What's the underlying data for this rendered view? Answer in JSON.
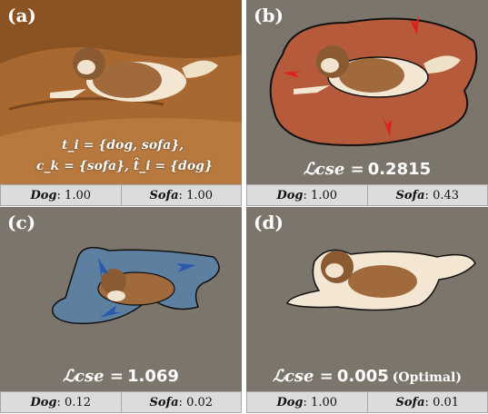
{
  "panels": {
    "a": {
      "label": "(a)",
      "caption": {
        "line1": "t_i = {dog, sofa},",
        "line2": "c_k = {sofa},  t̂_i = {dog}"
      },
      "scores": {
        "dog_label": "Dog",
        "dog_value": "1.00",
        "sofa_label": "Sofa",
        "sofa_value": "1.00"
      }
    },
    "b": {
      "label": "(b)",
      "loss_symbol": "ℒcse =",
      "loss_value": "0.2815",
      "scores": {
        "dog_label": "Dog",
        "dog_value": "1.00",
        "sofa_label": "Sofa",
        "sofa_value": "0.43"
      }
    },
    "c": {
      "label": "(c)",
      "loss_symbol": "ℒcse =",
      "loss_value": "1.069",
      "scores": {
        "dog_label": "Dog",
        "dog_value": "0.12",
        "sofa_label": "Sofa",
        "sofa_value": "0.02"
      }
    },
    "d": {
      "label": "(d)",
      "loss_symbol": "ℒcse =",
      "loss_value": "0.005",
      "loss_note": "(Optimal)",
      "scores": {
        "dog_label": "Dog",
        "dog_value": "1.00",
        "sofa_label": "Sofa",
        "sofa_value": "0.01"
      }
    }
  },
  "colors": {
    "background": "#7c756c",
    "sofa": "#a4642f",
    "mask_red": "#b55a3a",
    "mask_blue": "#5d7fa0",
    "arrow_red": "#e02020",
    "arrow_blue": "#2a5ab0",
    "score_bar": "#dcdcdc"
  }
}
